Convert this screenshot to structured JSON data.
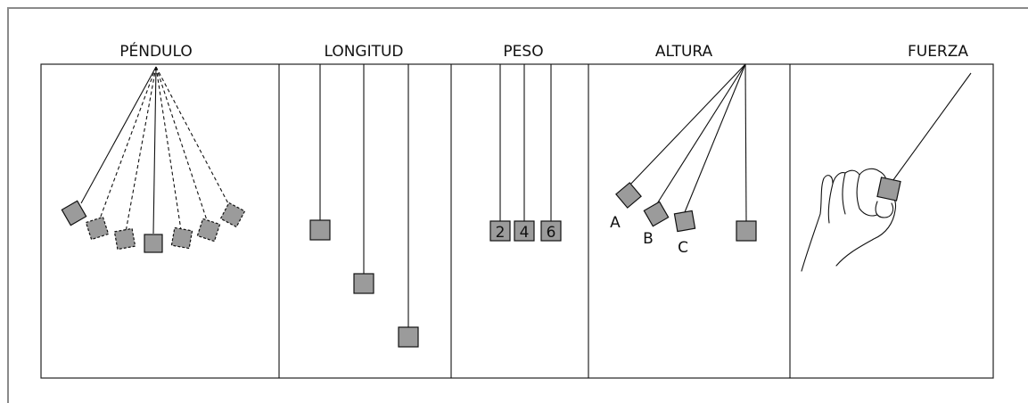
{
  "panels": [
    {
      "id": "pendulo",
      "title": "PÉNDULO"
    },
    {
      "id": "longitud",
      "title": "LONGITUD"
    },
    {
      "id": "peso",
      "title": "PESO"
    },
    {
      "id": "altura",
      "title": "ALTURA"
    },
    {
      "id": "fuerza",
      "title": "FUERZA"
    }
  ],
  "peso_labels": [
    "2",
    "4",
    "6"
  ],
  "altura_labels": [
    "A",
    "B",
    "C"
  ],
  "colors": {
    "bob_fill": "#9b9b9b",
    "line": "#111111",
    "frame": "#8a8a8a"
  }
}
